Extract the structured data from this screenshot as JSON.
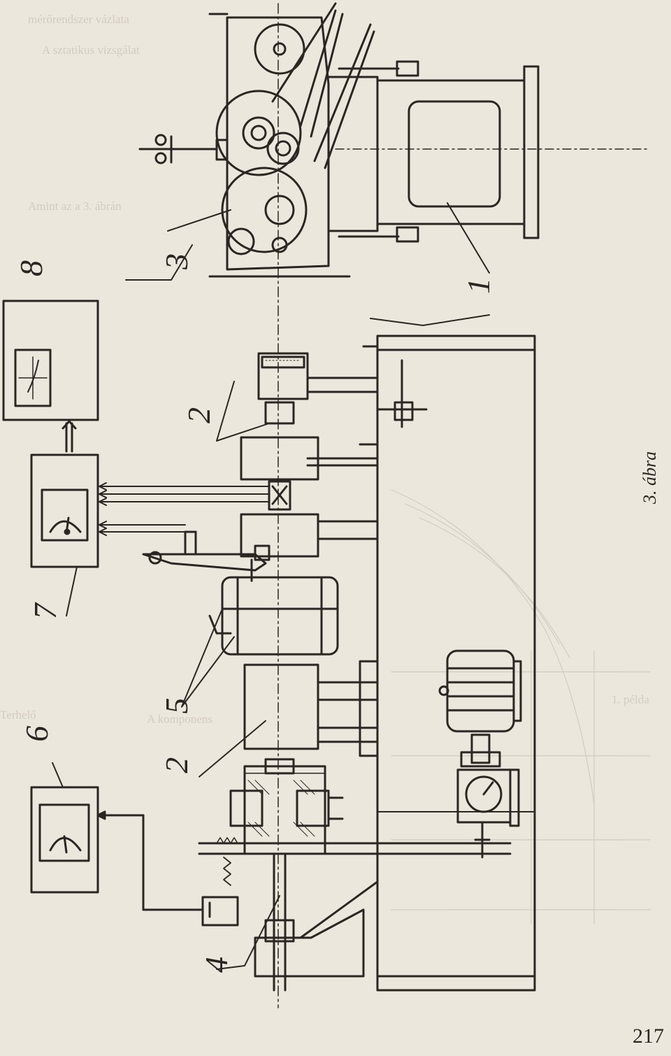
{
  "figure": {
    "caption": "3. ábra",
    "page_number": "217",
    "part_labels": {
      "p1": "1",
      "p2_top": "2",
      "p2_bottom": "2",
      "p3": "3",
      "p4": "4",
      "p5": "5",
      "p6": "6",
      "p7": "7",
      "p8": "8"
    }
  },
  "bleed_text": [
    "mérőrendszer vázlata",
    "A sztatikus vizsgálat",
    "Amint az a 3. ábrán",
    "3. ábra",
    "Terhelő",
    "A komponens",
    "1. példa"
  ],
  "colors": {
    "paper": "#ece7dd",
    "ink": "#2b2622",
    "faint": "#bdb5aa"
  }
}
